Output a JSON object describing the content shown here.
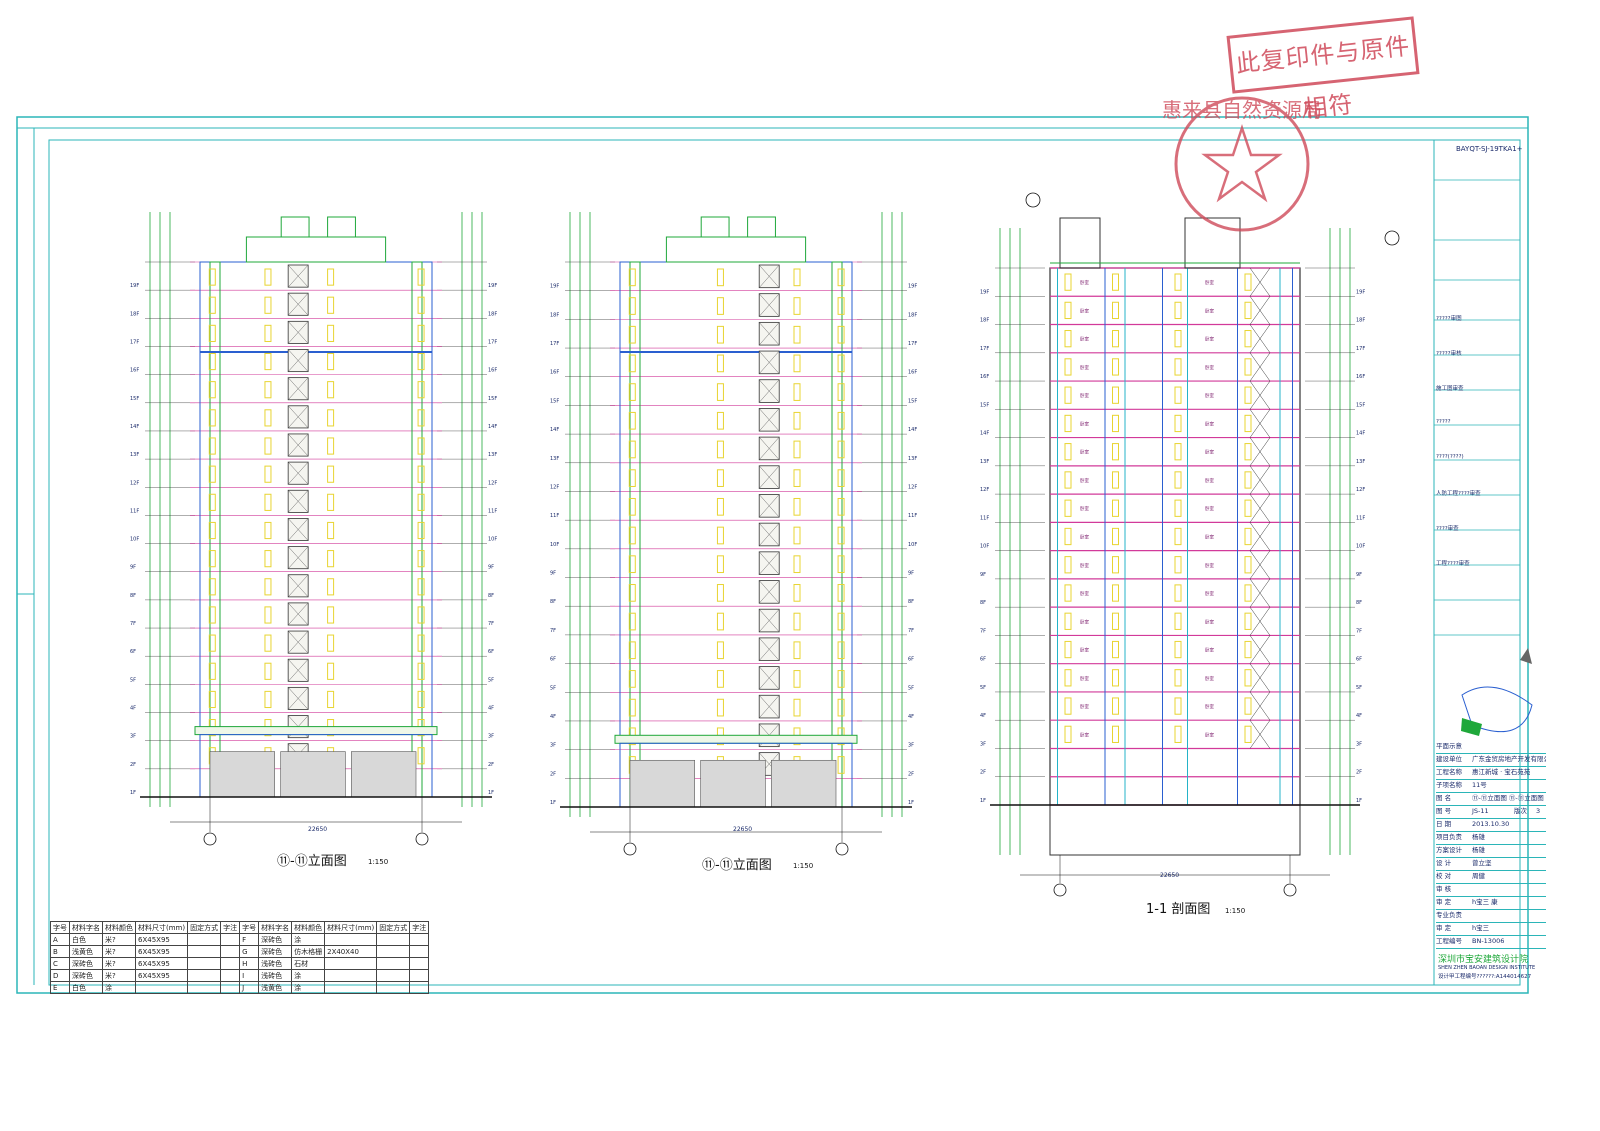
{
  "drawing_code": "BAYQT-SJ-19TKA1+",
  "stamp": {
    "text": "此复印件与原件相符",
    "seal_text": "惠来县自然资源局"
  },
  "views": [
    {
      "title": "⑪-⑪立面图",
      "scale": "1:150",
      "width_dim": "22650"
    },
    {
      "title": "⑪-⑪立面图",
      "scale": "1:150",
      "width_dim": "22650"
    },
    {
      "title": "1-1 剖面图",
      "scale": "1:150",
      "width_dim": "22650"
    }
  ],
  "floor_labels": [
    "1F",
    "2F",
    "3F",
    "4F",
    "5F",
    "6F",
    "7F",
    "8F",
    "9F",
    "10F",
    "11F",
    "12F",
    "13F",
    "14F",
    "15F",
    "16F",
    "17F",
    "18F",
    "19F"
  ],
  "room_label": "卧室",
  "legend": {
    "headers": [
      "字号",
      "材料字名",
      "材料颜色",
      "材料尺寸(mm)",
      "固定方式",
      "字注"
    ],
    "left_rows": [
      [
        "A",
        "白色",
        "米?",
        "6X45X95"
      ],
      [
        "B",
        "浅黄色",
        "米?",
        "6X45X95"
      ],
      [
        "C",
        "深砖色",
        "米?",
        "6X45X95"
      ],
      [
        "D",
        "深砖色",
        "米?",
        "6X45X95"
      ],
      [
        "E",
        "白色",
        "涂",
        ""
      ]
    ],
    "right_rows": [
      [
        "F",
        "深砖色",
        "涂",
        ""
      ],
      [
        "G",
        "深砖色",
        "仿木格栅",
        "2X40X40"
      ],
      [
        "H",
        "浅砖色",
        "石材",
        ""
      ],
      [
        "I",
        "浅砖色",
        "涂",
        ""
      ],
      [
        "J",
        "浅黄色",
        "涂",
        ""
      ]
    ]
  },
  "title_block": {
    "notes": [
      "?????审图",
      "?????审核",
      "施工图审查",
      "?????",
      "????(????)",
      "人防工程????审查",
      "????审查",
      "工程????审查"
    ],
    "rows": [
      {
        "label": "平面示意",
        "value": ""
      },
      {
        "label": "建设单位",
        "value": "广东金贸房地产开发有限公司"
      },
      {
        "label": "工程名称",
        "value": "惠江新城 · 宝石苑苑"
      },
      {
        "label": "子项名称",
        "value": "11号"
      },
      {
        "label": "图 名",
        "value": "⑪-⑪立面图  ⑪-⑪立面图  1-1剖面图"
      },
      {
        "label": "图 号",
        "value": "JS-11",
        "extra_label": "版次",
        "extra_value": "3"
      },
      {
        "label": "日 期",
        "value": "2013.10.30"
      },
      {
        "label": "项目负责",
        "value": "杨雄"
      },
      {
        "label": "方案设计",
        "value": "杨雄"
      },
      {
        "label": "设 计",
        "value": "曾立坚"
      },
      {
        "label": "校 对",
        "value": "周健"
      },
      {
        "label": "审 核",
        "value": ""
      },
      {
        "label": "审 定",
        "value": "h宝三 康"
      },
      {
        "label": "专业负责",
        "value": ""
      },
      {
        "label": "审 定",
        "value": "h宝三"
      },
      {
        "label": "工程编号",
        "value": "BN-13006"
      }
    ],
    "institute": "深圳市宝安建筑设计院",
    "institute_addr": "SHEN ZHEN BAOAN DESIGN INSTITUTE",
    "cert": "设计甲工程编号??????:A144014627"
  },
  "colors": {
    "border": "#2bb5b8",
    "green": "#1fa83a",
    "magenta": "#d23a9a",
    "yellow": "#e8d431",
    "blue": "#2a5fd0",
    "stamp": "#cf4a5a"
  }
}
